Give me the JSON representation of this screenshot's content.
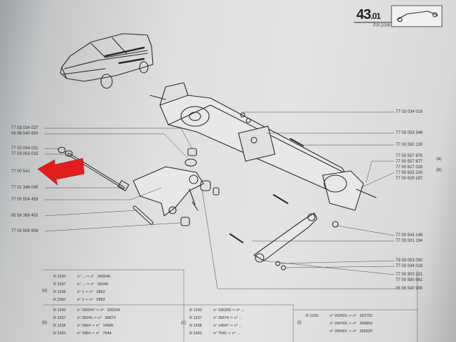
{
  "header": {
    "page_number_main": "43",
    "page_number_sub": ".01",
    "page_ref": "P.R.1009"
  },
  "callouts_left": [
    "77 03 034 027",
    "06 08 540 600",
    "77 03 034 021",
    "77 03 053 015",
    "77 00 541",
    "77 01 348 040",
    "77 00 504 459",
    "05 56 366 402",
    "77 00 506 908"
  ],
  "callouts_right": [
    "77 03 034 019",
    "77 03 053 346",
    "77 00 550 130",
    "77 00 557 875",
    "77 00 557 877",
    "77 00 627 028",
    "77 00 632 220",
    "77 00 629 187",
    "77 00 543 148",
    "77 03 001 194",
    "79 03 053 050",
    "77 03 034 019",
    "77 00 503 231",
    "77 00 580 661",
    "06 08 540 900"
  ],
  "group_marks": {
    "a": "(a)",
    "b": "(b)",
    "c": "(c)",
    "f": "(f)"
  },
  "tables": {
    "a": [
      {
        "model": "R 1330",
        "value": "265546"
      },
      {
        "model": "R 1337",
        "value": "30240"
      },
      {
        "model": "R 1338",
        "value": "2863"
      },
      {
        "model": "R 2360",
        "value": "3983"
      }
    ],
    "b": [
      {
        "model": "R 1330",
        "value": "265547",
        "value2": "336204"
      },
      {
        "model": "R 1337",
        "value": "30241",
        "value2": "36873"
      },
      {
        "model": "R 1338",
        "value": "2864",
        "value2": "14586"
      },
      {
        "model": "R 2360",
        "value": "3984",
        "value2": "7544"
      }
    ],
    "c": [
      {
        "model": "R 1330",
        "value": "336205"
      },
      {
        "model": "R 1337",
        "value": "36874"
      },
      {
        "model": "R 1338",
        "value": "14587"
      },
      {
        "model": "R 2360",
        "value": "7545"
      }
    ],
    "f": [
      {
        "model": "R 1330",
        "value": "262601",
        "value2": "262750"
      },
      {
        "model": "",
        "value": "264766",
        "value2": "264800"
      },
      {
        "model": "",
        "value": "265401",
        "value2": "265500"
      }
    ]
  },
  "colors": {
    "arrow": "#e01e1e",
    "ink": "#2a2a2a",
    "paper": "#e2e2e2"
  }
}
